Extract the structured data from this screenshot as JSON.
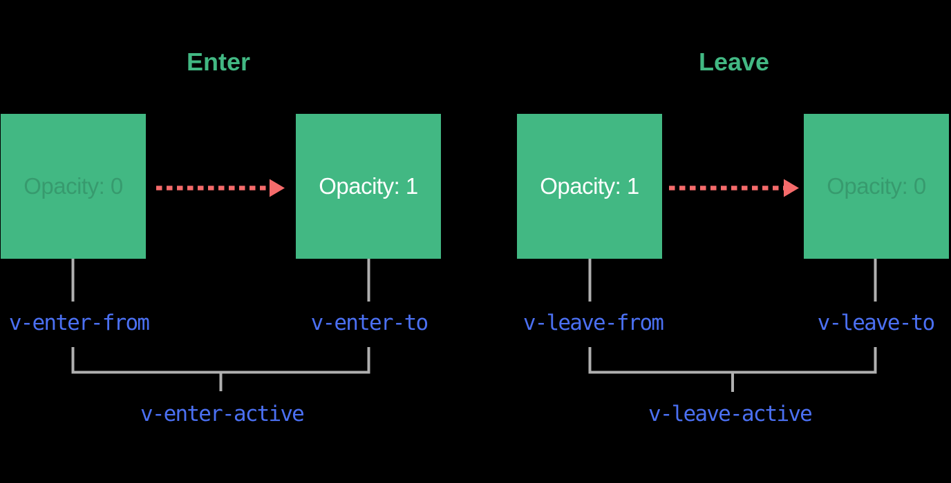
{
  "colors": {
    "bg": "#000000",
    "green": "#42b883",
    "blue": "#4b70f2",
    "salmon": "#f56b6b",
    "gray": "#b0b0b0",
    "boxText": "#ffffff",
    "boxTextFaint": "rgba(0,0,0,0.16)"
  },
  "enter": {
    "title": "Enter",
    "from_box_label": "Opacity: 0",
    "to_box_label": "Opacity: 1",
    "from_class": "v-enter-from",
    "to_class": "v-enter-to",
    "active_class": "v-enter-active"
  },
  "leave": {
    "title": "Leave",
    "from_box_label": "Opacity: 1",
    "to_box_label": "Opacity: 0",
    "from_class": "v-leave-from",
    "to_class": "v-leave-to",
    "active_class": "v-leave-active"
  }
}
